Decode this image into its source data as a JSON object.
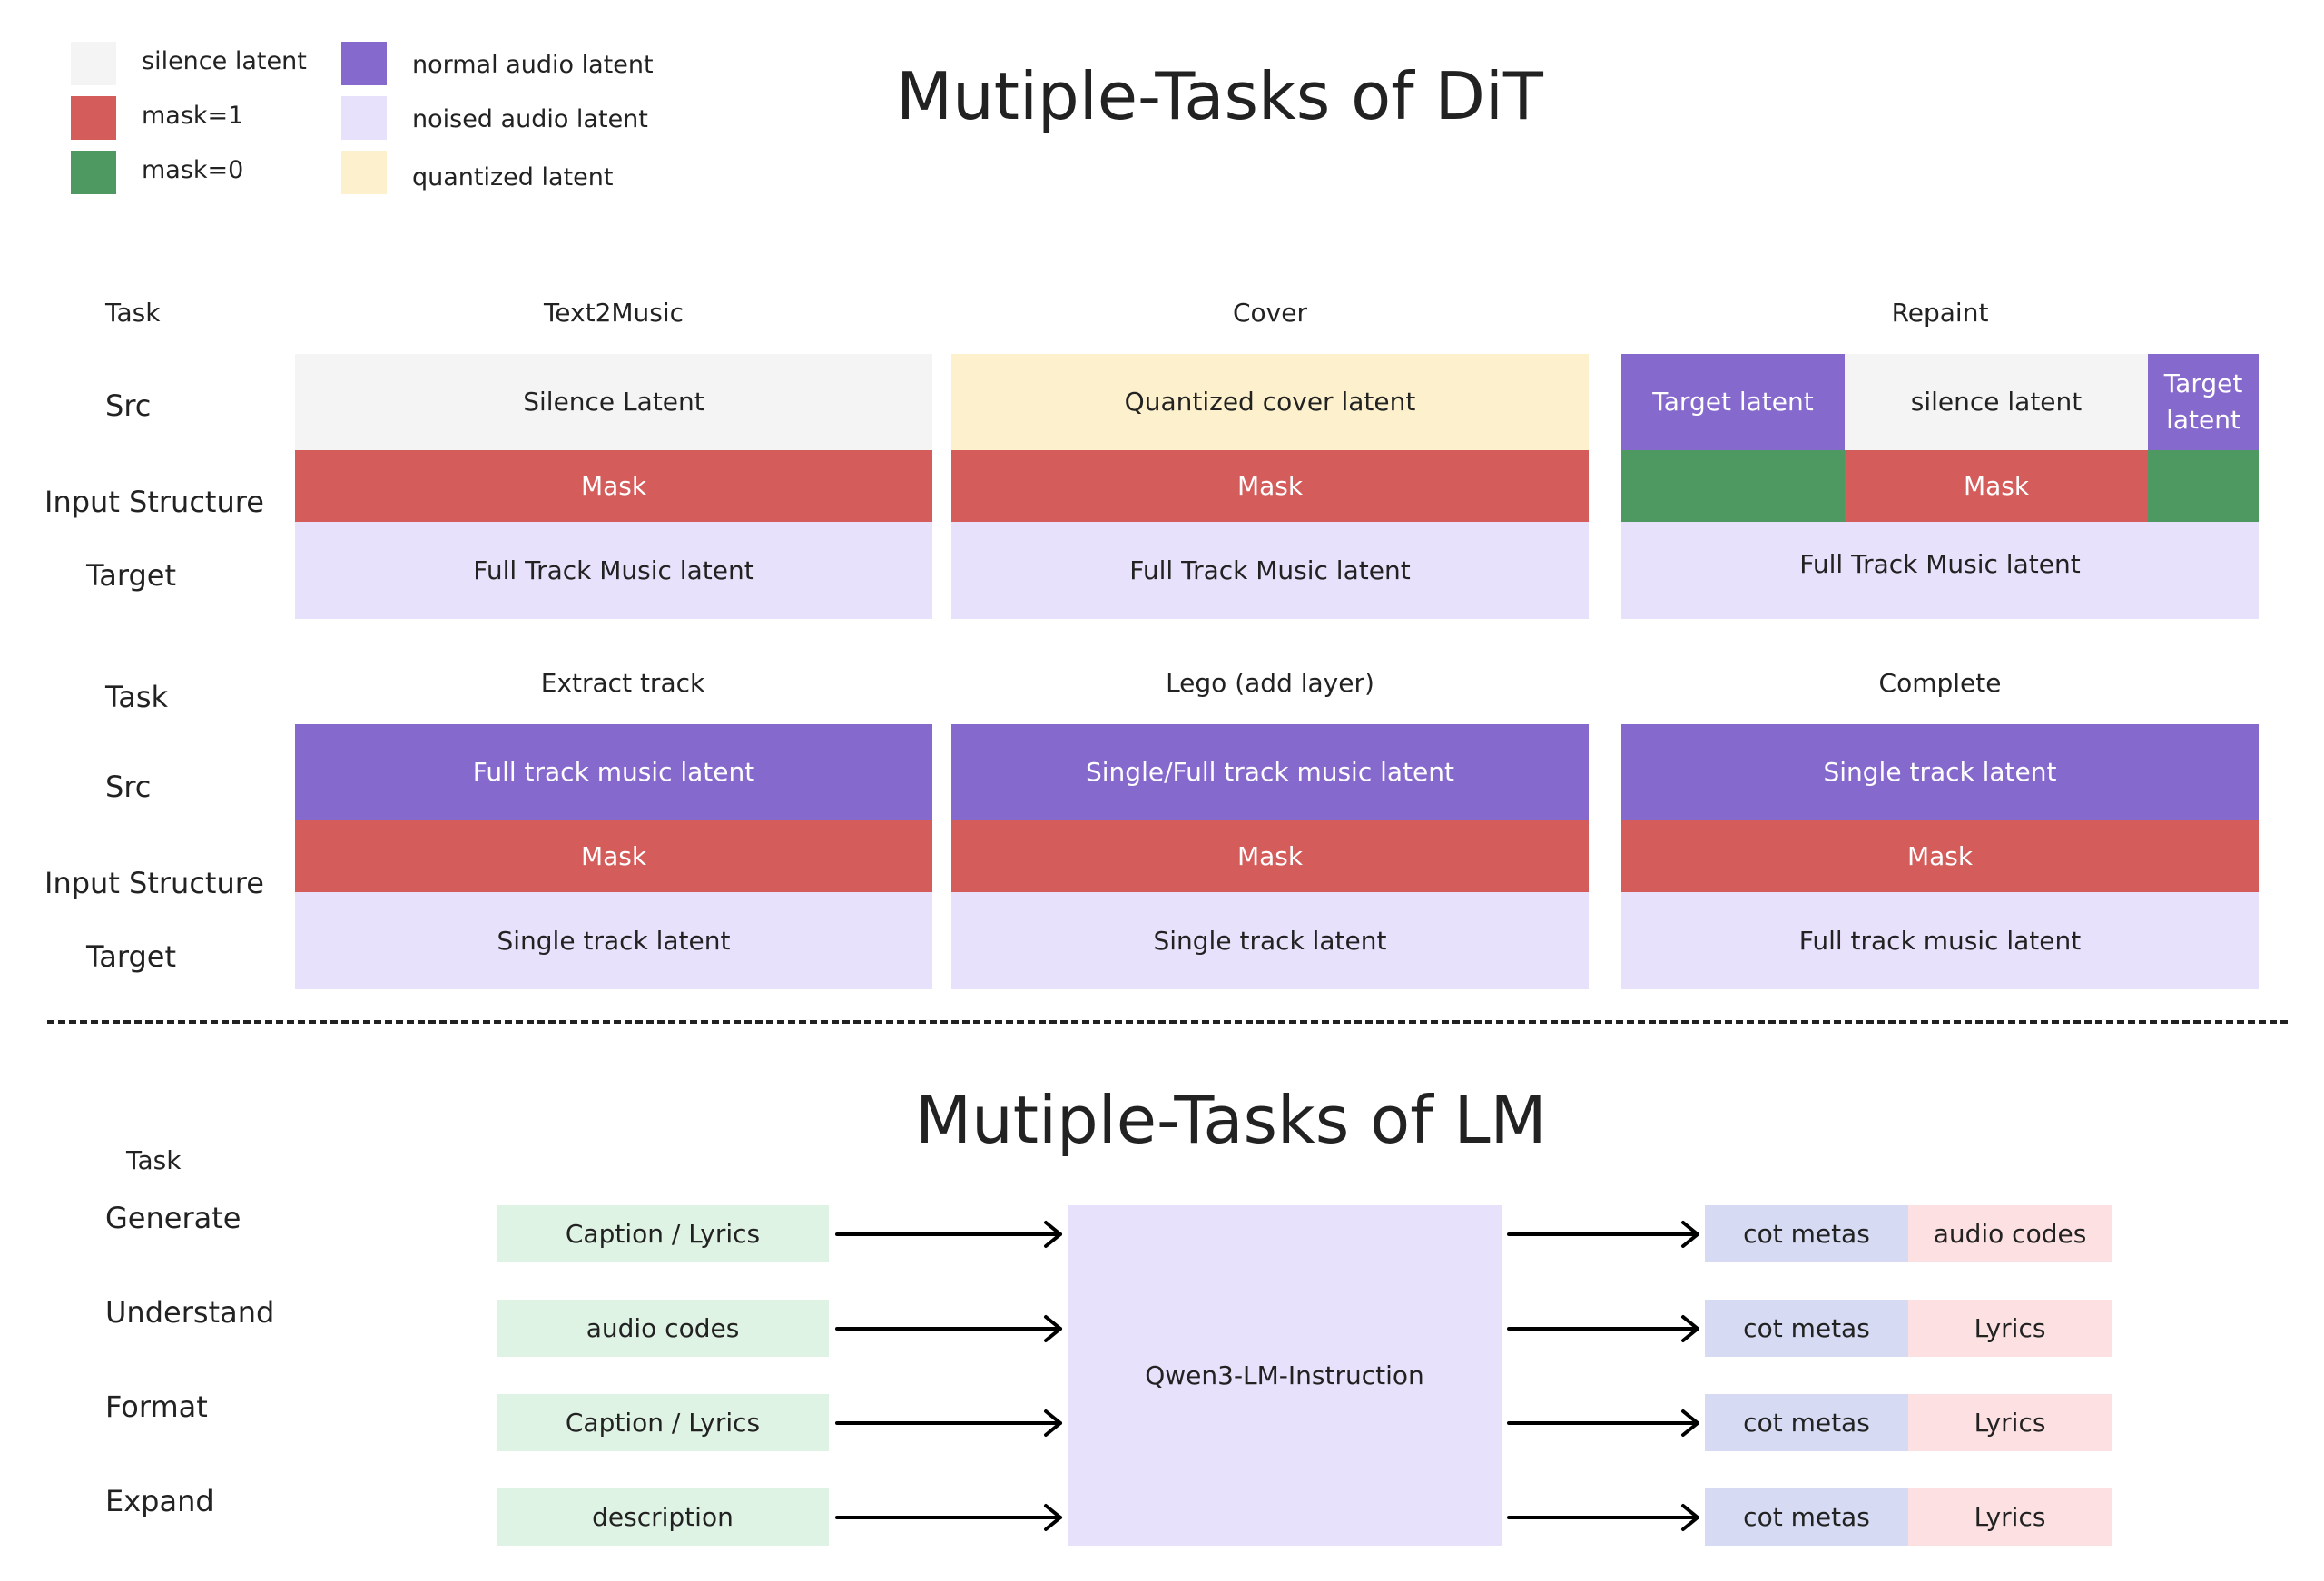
{
  "legend": {
    "silence": {
      "label": "silence latent",
      "color": "#f4f4f4"
    },
    "mask1": {
      "label": "mask=1",
      "color": "#d45c5a"
    },
    "mask0": {
      "label": "mask=0",
      "color": "#4e9862"
    },
    "normal": {
      "label": "normal audio latent",
      "color": "#8669cd"
    },
    "noised": {
      "label": "noised audio latent",
      "color": "#e8e1fb"
    },
    "quantized": {
      "label": "quantized latent",
      "color": "#fcf1cc"
    }
  },
  "dit": {
    "title": "Mutiple-Tasks of DiT",
    "rows1": {
      "task": "Task",
      "src": "Src",
      "input": "Input Structure",
      "target": "Target"
    },
    "rows2": {
      "task": "Task",
      "src": "Src",
      "input": "Input Structure",
      "target": "Target"
    },
    "text2music": {
      "name": "Text2Music",
      "src": "Silence Latent",
      "mask": "Mask",
      "target": "Full Track Music latent"
    },
    "cover": {
      "name": "Cover",
      "src": "Quantized cover latent",
      "mask": "Mask",
      "target": "Full Track Music latent"
    },
    "repaint": {
      "name": "Repaint",
      "src_left": "Target latent",
      "src_mid": "silence latent",
      "src_right": "Target latent",
      "mask": "Mask",
      "target": "Full Track Music latent"
    },
    "extract": {
      "name": "Extract track",
      "src": "Full track music latent",
      "mask": "Mask",
      "target": "Single track latent"
    },
    "lego": {
      "name": "Lego (add layer)",
      "src": "Single/Full track music latent",
      "mask": "Mask",
      "target": "Single track latent"
    },
    "complete": {
      "name": "Complete",
      "src": "Single track latent",
      "mask": "Mask",
      "target": "Full track music latent"
    }
  },
  "lm": {
    "title": "Mutiple-Tasks of LM",
    "task_header": "Task",
    "model": "Qwen3-LM-Instruction",
    "rows": [
      {
        "task": "Generate",
        "input": "Caption / Lyrics",
        "cot": "cot metas",
        "output": "audio codes"
      },
      {
        "task": "Understand",
        "input": "audio codes",
        "cot": "cot metas",
        "output": "Lyrics"
      },
      {
        "task": "Format",
        "input": "Caption / Lyrics",
        "cot": "cot metas",
        "output": "Lyrics"
      },
      {
        "task": "Expand",
        "input": "description",
        "cot": "cot metas",
        "output": "Lyrics"
      }
    ]
  }
}
